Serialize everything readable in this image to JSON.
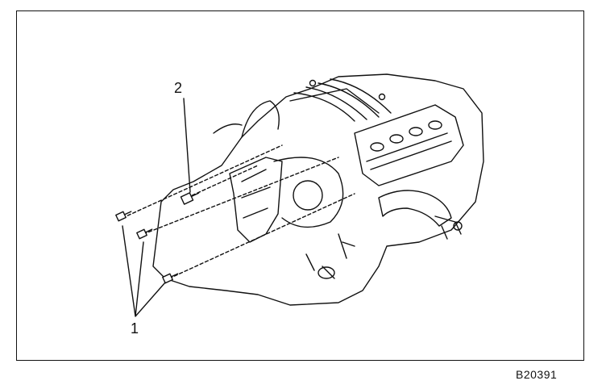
{
  "figure": {
    "callouts": {
      "part_1": "1",
      "part_2": "2"
    },
    "figure_id": "B20391"
  },
  "colors": {
    "ink": "#111111",
    "paper": "#ffffff"
  }
}
